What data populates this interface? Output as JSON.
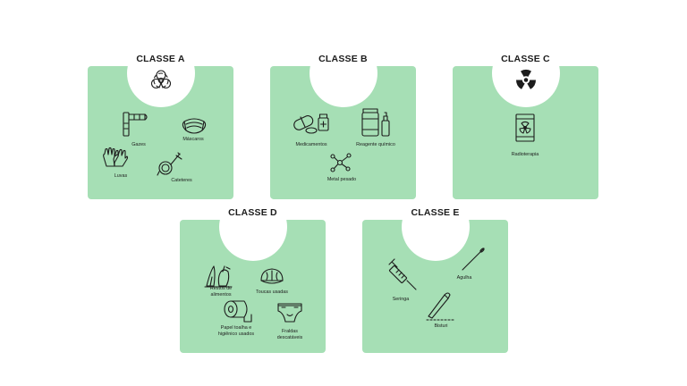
{
  "classes": [
    {
      "title": "CLASSE A",
      "symbol": "biohazard-icon",
      "items": [
        "Gazes",
        "Máscaros",
        "Luvas",
        "Cateteres"
      ]
    },
    {
      "title": "CLASSE B",
      "symbol": "none",
      "items": [
        "Medicamentos",
        "Reagente químico",
        "Metal pesado"
      ]
    },
    {
      "title": "CLASSE C",
      "symbol": "radiation-icon",
      "items": [
        "Radioterapia"
      ]
    },
    {
      "title": "CLASSE D",
      "symbol": "none",
      "items": [
        "Restos de\nalimentos",
        "Toucas usadas",
        "Papel toalha e\nhigiênico usados",
        "Fraldas\ndescatáveis"
      ]
    },
    {
      "title": "CLASSE E",
      "symbol": "none",
      "items": [
        "Agulha",
        "Seringa",
        "Bisturi"
      ]
    }
  ],
  "colors": {
    "card": "#a6dfb5",
    "ink": "#1c1c1c",
    "background": "#ffffff"
  }
}
